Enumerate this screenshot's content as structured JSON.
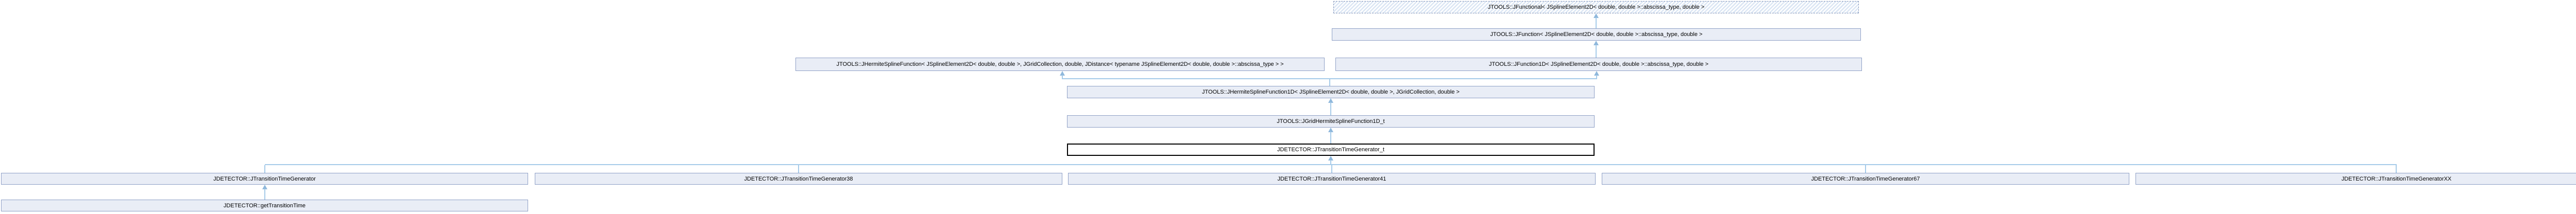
{
  "diagram": {
    "type": "class-inheritance-graph",
    "colors": {
      "node_fill": "#e9edf6",
      "node_border": "#8fa0c6",
      "hatch_stripe": "#dbe6f4",
      "highlight_border": "#000000",
      "highlight_fill": "#ffffff",
      "edge": "#a6cbe9",
      "arrowhead": "#8fb8dc"
    },
    "nodes": {
      "jfunctional": {
        "label": "JTOOLS::JFunctional< JSplineElement2D< double, double >::abscissa_type, double >",
        "style": "dashed-hatched"
      },
      "jfunction": {
        "label": "JTOOLS::JFunction< JSplineElement2D< double, double >::abscissa_type, double >",
        "style": "solid"
      },
      "jhermitesplinefunction": {
        "label": "JTOOLS::JHermiteSplineFunction< JSplineElement2D< double, double >, JGridCollection, double, JDistance< typename JSplineElement2D< double, double >::abscissa_type > >",
        "style": "solid"
      },
      "jfunction1d": {
        "label": "JTOOLS::JFunction1D< JSplineElement2D< double, double >::abscissa_type, double >",
        "style": "solid"
      },
      "jhermitesplinefunction1d": {
        "label": "JTOOLS::JHermiteSplineFunction1D< JSplineElement2D< double, double >, JGridCollection, double >",
        "style": "solid"
      },
      "jgridhermitesplinefunction1d_t": {
        "label": "JTOOLS::JGridHermiteSplineFunction1D_t",
        "style": "solid"
      },
      "jtransitiontimegenerator_t": {
        "label": "JDETECTOR::JTransitionTimeGenerator_t",
        "style": "highlight-current"
      },
      "jtransitiontimegenerator": {
        "label": "JDETECTOR::JTransitionTimeGenerator",
        "style": "solid"
      },
      "jtransitiontimegenerator38": {
        "label": "JDETECTOR::JTransitionTimeGenerator38",
        "style": "solid"
      },
      "jtransitiontimegenerator41": {
        "label": "JDETECTOR::JTransitionTimeGenerator41",
        "style": "solid"
      },
      "jtransitiontimegenerator67": {
        "label": "JDETECTOR::JTransitionTimeGenerator67",
        "style": "solid"
      },
      "jtransitiontimegeneratorxx": {
        "label": "JDETECTOR::JTransitionTimeGeneratorXX",
        "style": "solid"
      },
      "gettransitiontime": {
        "label": "JDETECTOR::getTransitionTime",
        "style": "solid"
      }
    }
  }
}
